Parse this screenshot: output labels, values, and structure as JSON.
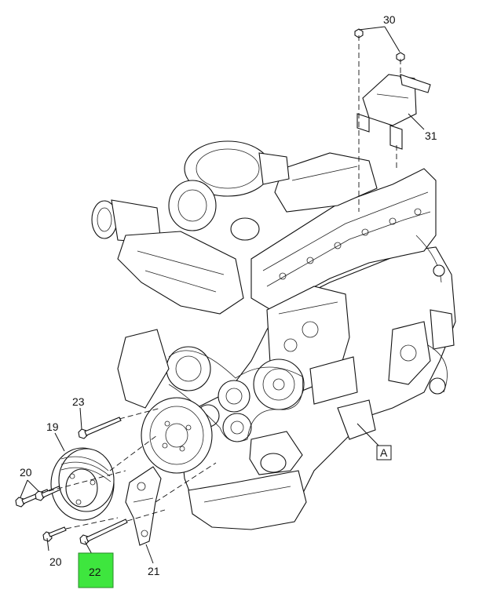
{
  "callouts": {
    "c30": "30",
    "c31": "31",
    "c23": "23",
    "c19": "19",
    "c20a": "20",
    "c20b": "20",
    "c21": "21",
    "c22": "22",
    "view_ref": "A"
  },
  "colors": {
    "highlight": "#3ee63e",
    "line": "#111111",
    "background": "#ffffff"
  }
}
